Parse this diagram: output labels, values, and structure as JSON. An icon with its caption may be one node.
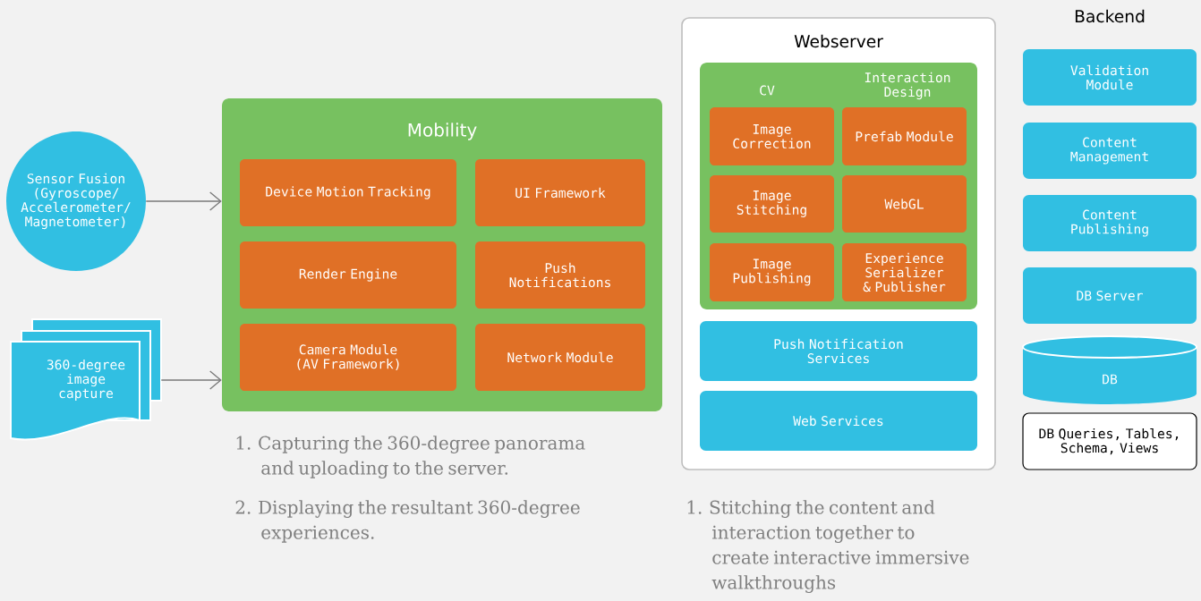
{
  "diagram": {
    "nodes": [
      {
        "text": [
          "Sensor Fusion (Gyroscope/ Accelerometer/ Magnetometer)"
        ]
      },
      {
        "text": [
          "360-degree image capture"
        ]
      },
      {
        "text": [
          "Mobility"
        ]
      },
      {
        "text": [
          "Device Motion Tracking"
        ],
        "in": 2
      },
      {
        "text": [
          "UI Framework"
        ],
        "in": 2
      },
      {
        "text": [
          "Render Engine"
        ],
        "in": 2
      },
      {
        "text": [
          "Push Notifications"
        ],
        "in": 2
      },
      {
        "text": [
          "Camera Module (AV Framework)"
        ],
        "in": 2
      },
      {
        "text": [
          "Network Module"
        ],
        "in": 2
      },
      {
        "text": [
          "Webserver"
        ]
      },
      {
        "text": [
          "CV",
          "Interaction Design"
        ],
        "in": 9
      },
      {
        "text": [
          "Image Correction"
        ],
        "in": 10
      },
      {
        "text": [
          "Prefab Module"
        ],
        "in": 10
      },
      {
        "text": [
          "Image Stitching"
        ],
        "in": 10
      },
      {
        "text": [
          "WebGL"
        ],
        "in": 10
      },
      {
        "text": [
          "Image Publishing"
        ],
        "in": 10
      },
      {
        "text": [
          "Experience Serializer & Publisher"
        ],
        "in": 10
      },
      {
        "text": [
          "Push Notification Services"
        ],
        "in": 9
      },
      {
        "text": [
          "Web Services"
        ],
        "in": 9
      },
      {
        "text": [
          "Validation Module"
        ]
      },
      {
        "text": [
          "Content Management"
        ]
      },
      {
        "text": [
          "Content Publishing"
        ]
      },
      {
        "text": [
          "DB Server"
        ]
      },
      {
        "text": [
          "DB"
        ]
      },
      {
        "text": [
          "DB Queries, Tables, Schema, Views"
        ]
      }
    ],
    "edges": [
      {
        "from": 0,
        "to": 2,
        "arrow": "to"
      },
      {
        "from": 1,
        "to": 2,
        "arrow": "to"
      }
    ],
    "labels": [
      "Backend",
      "1. Capturing the 360-degree panorama and uploading to the server.",
      "2. Displaying the resultant 360-degree experiences.",
      "1. Stitching the content and interaction together to create interactive immersive walkthroughs"
    ]
  }
}
